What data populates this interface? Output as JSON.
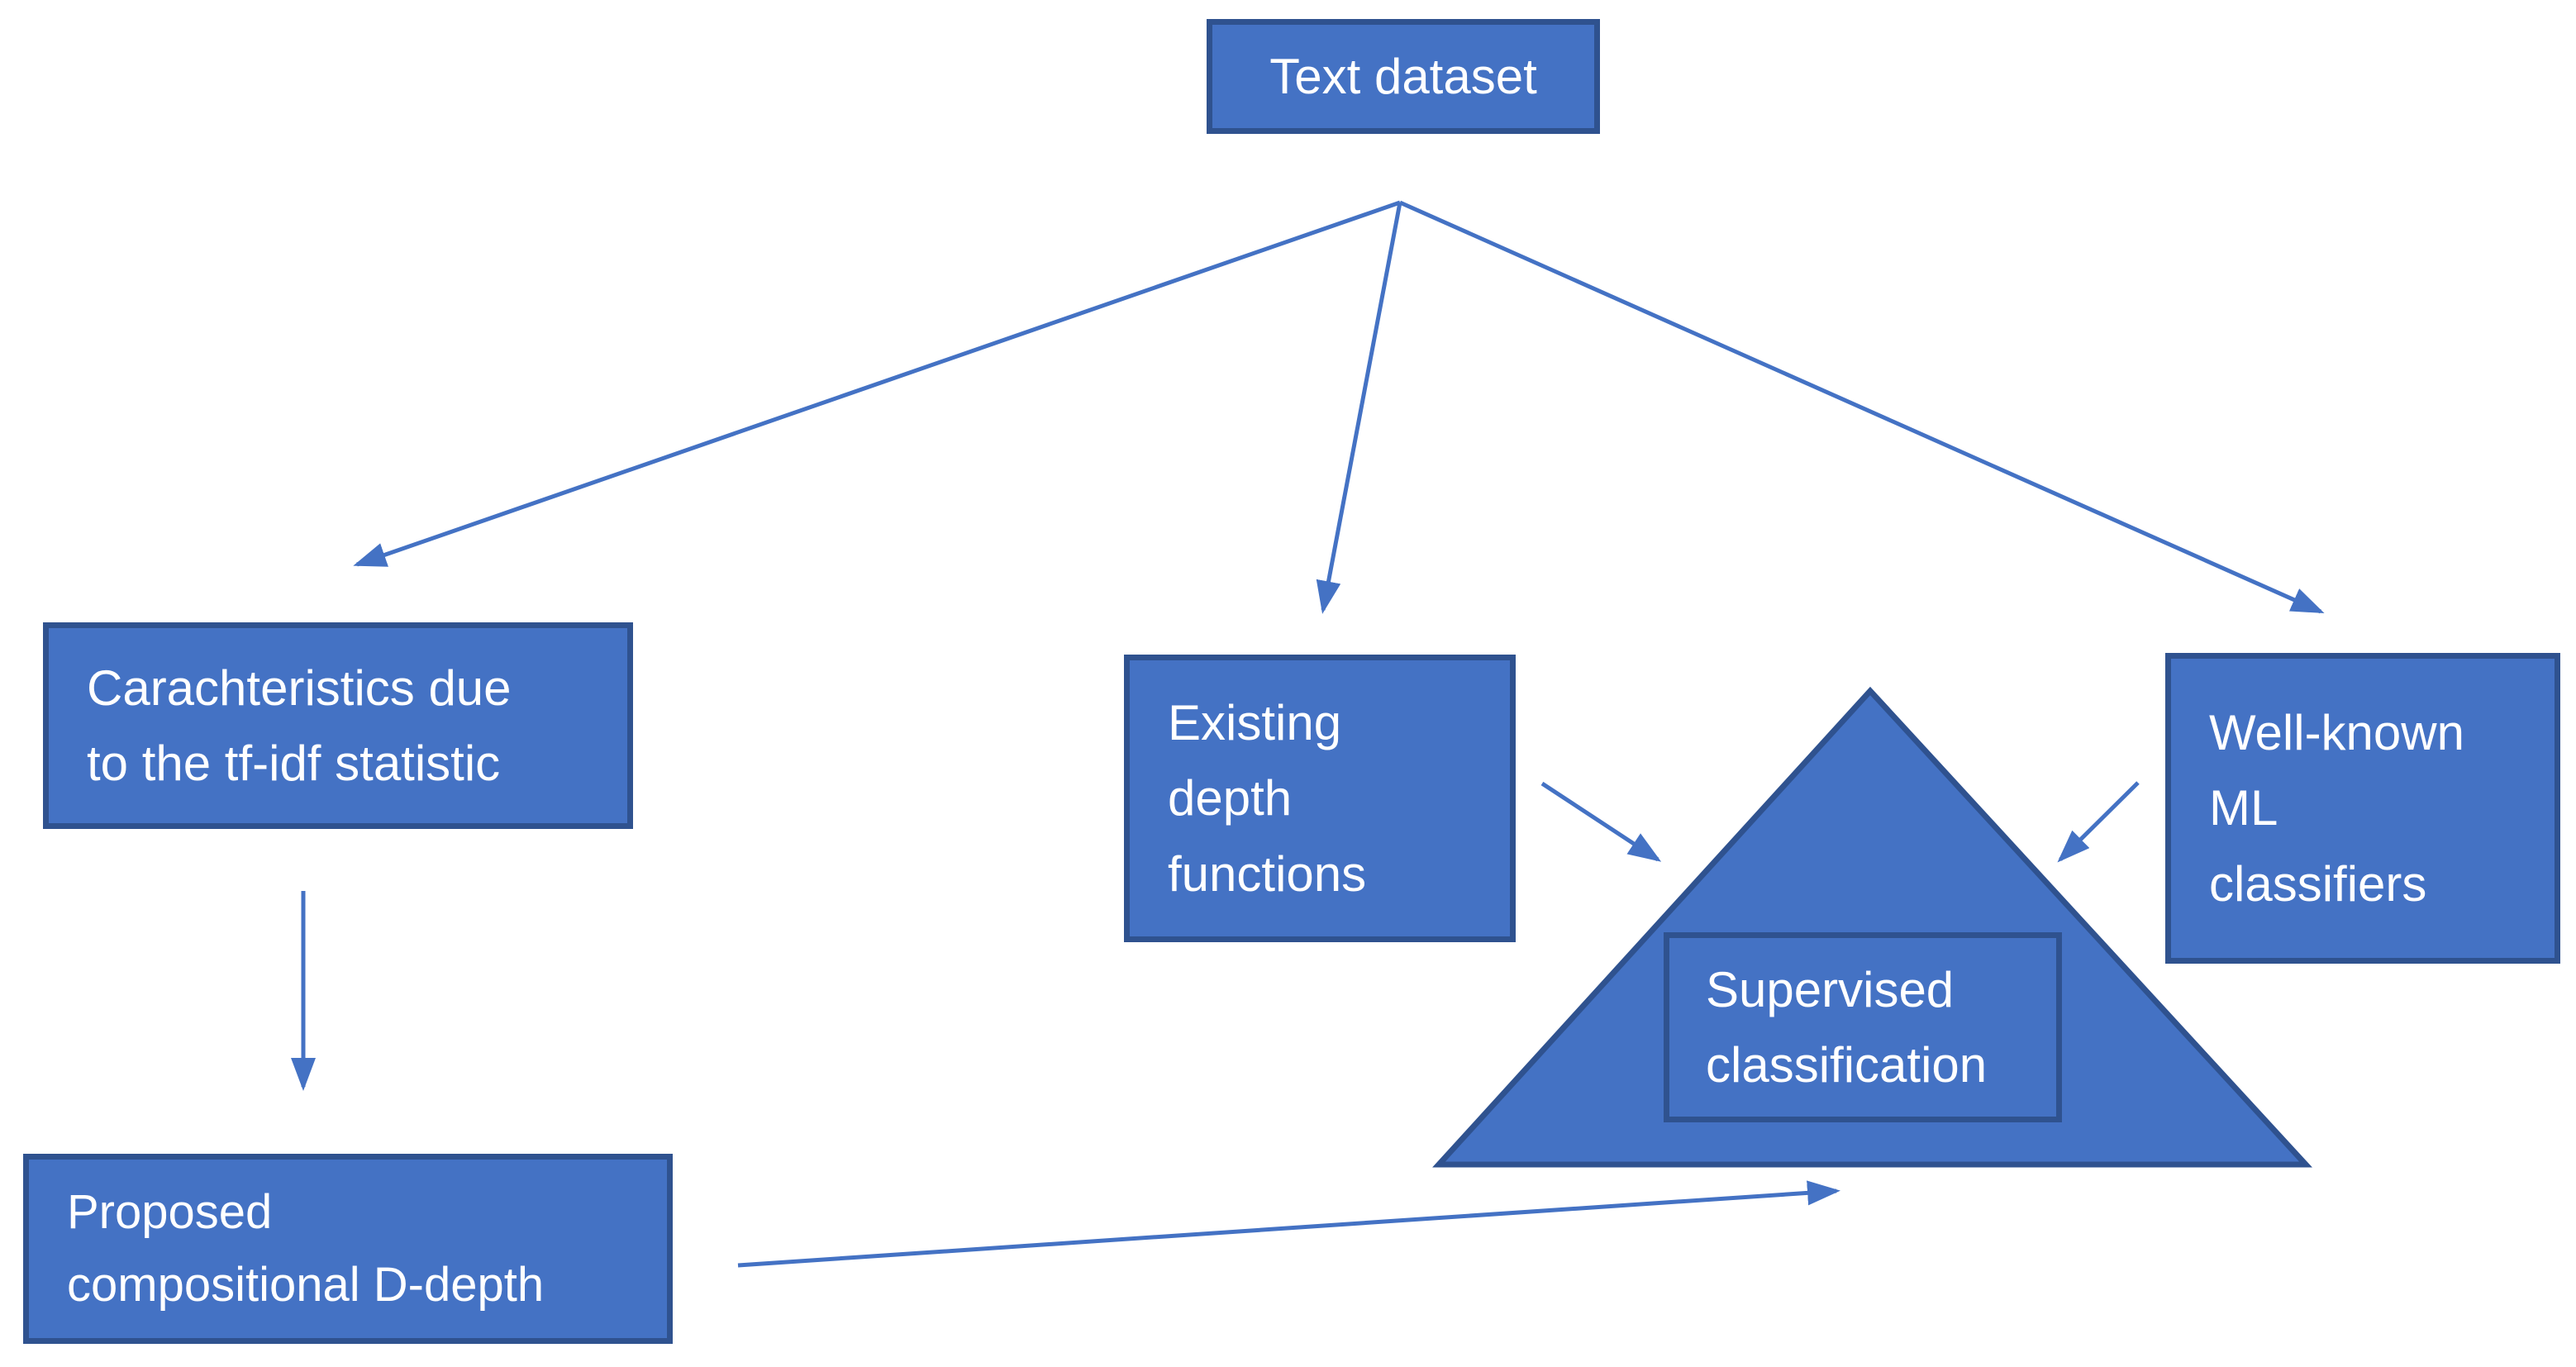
{
  "diagram": {
    "type": "flowchart",
    "background": "#ffffff",
    "colors": {
      "shape_fill": "#4472c4",
      "shape_border": "#2f528f",
      "arrow": "#4472c4",
      "text": "#ffffff"
    },
    "nodes": {
      "text_dataset": {
        "shape": "rectangle",
        "label": "Text dataset"
      },
      "characteristics": {
        "shape": "rectangle",
        "lines": [
          "Carachteristics due",
          "to the tf-idf statistic"
        ]
      },
      "existing_depth": {
        "shape": "rectangle",
        "lines": [
          "Existing",
          "depth",
          "functions"
        ]
      },
      "well_known": {
        "shape": "rectangle",
        "lines": [
          "Well-known",
          "ML",
          "classifiers"
        ]
      },
      "proposed": {
        "shape": "rectangle",
        "lines": [
          "Proposed",
          "compositional D-depth"
        ]
      },
      "supervised": {
        "shape": "rectangle-inside-triangle",
        "lines": [
          "Supervised",
          "classification"
        ]
      },
      "triangle": {
        "shape": "triangle",
        "label": ""
      }
    },
    "edges": [
      {
        "from": "text_dataset",
        "to": "characteristics"
      },
      {
        "from": "text_dataset",
        "to": "existing_depth"
      },
      {
        "from": "text_dataset",
        "to": "well_known"
      },
      {
        "from": "characteristics",
        "to": "proposed"
      },
      {
        "from": "existing_depth",
        "to": "supervised"
      },
      {
        "from": "well_known",
        "to": "supervised"
      },
      {
        "from": "proposed",
        "to": "supervised"
      }
    ]
  }
}
